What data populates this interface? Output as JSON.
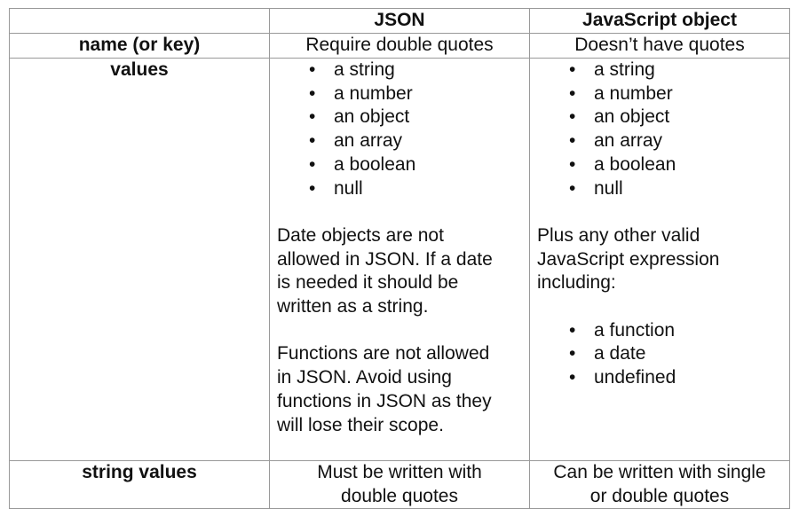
{
  "headers": {
    "col1": "",
    "col2": "JSON",
    "col3": "JavaScript object"
  },
  "rows": {
    "name": {
      "label": "name (or key)",
      "json": "Require double quotes",
      "js": "Doesn’t have quotes"
    },
    "values": {
      "label": "values",
      "json_items": [
        "a string",
        "a number",
        "an object",
        "an array",
        "a boolean",
        "null"
      ],
      "js_items": [
        "a string",
        "a number",
        "an object",
        "an array",
        "a boolean",
        "null"
      ],
      "json_note_1": [
        "Date objects are not",
        "allowed in JSON. If a date",
        "is needed it should be",
        "written as a string."
      ],
      "json_note_2": [
        "Functions are not allowed",
        "in JSON. Avoid using",
        "functions in JSON as they",
        "will lose their scope."
      ],
      "js_note": [
        "Plus any other valid",
        "JavaScript expression",
        "including:"
      ],
      "js_extra_items": [
        "a function",
        "a date",
        "undefined"
      ]
    },
    "string_values": {
      "label": "string values",
      "json": [
        "Must be written with",
        "double quotes"
      ],
      "js": [
        "Can be written with single",
        "or double quotes"
      ]
    }
  },
  "bullet_char": "•"
}
